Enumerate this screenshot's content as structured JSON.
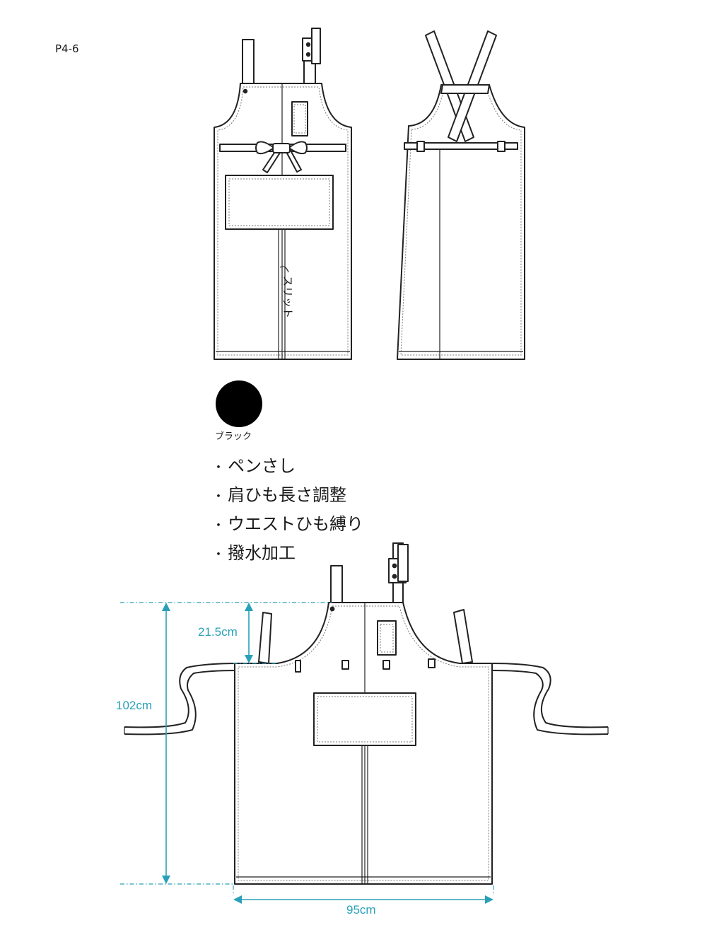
{
  "product_code": "P4-6",
  "slit_label": "スリット",
  "color": {
    "name": "ブラック",
    "hex": "#000000"
  },
  "features": [
    "ペンさし",
    "肩ひも長さ調整",
    "ウエストひも縛り",
    "撥水加工"
  ],
  "dimensions": {
    "bib_depth": "21.5cm",
    "length": "102cm",
    "width": "95cm"
  }
}
